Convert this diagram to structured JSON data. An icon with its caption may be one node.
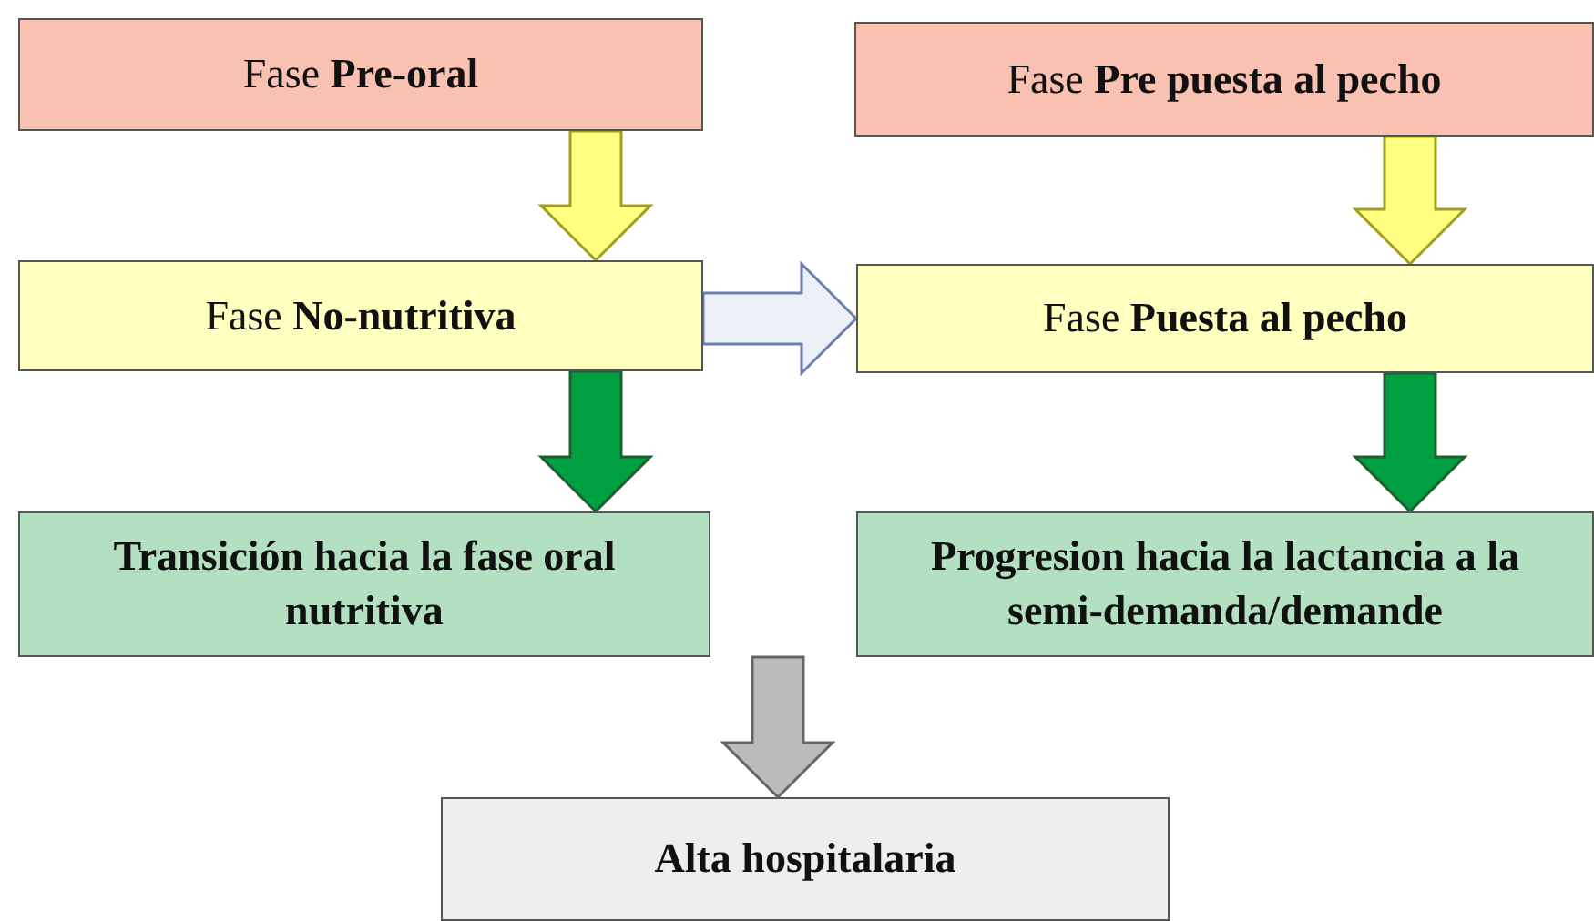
{
  "diagram": {
    "nodes": [
      {
        "text": [
          "Fase **Pre-oral**"
        ]
      },
      {
        "text": [
          "Fase **Pre puesta al pecho**"
        ]
      },
      {
        "text": [
          "Fase **No-nutritiva**"
        ]
      },
      {
        "text": [
          "Fase **Puesta al pecho**"
        ]
      },
      {
        "text": [
          "Transición hacia la fase oral nutritiva"
        ]
      },
      {
        "text": [
          "Progresion hacia la lactancia a la semi-demanda/demande"
        ]
      },
      {
        "text": [
          "Alta hospitalaria"
        ]
      }
    ],
    "edges": [
      {
        "from": 0,
        "to": 2,
        "arrow": "to",
        "color": "#ffff80"
      },
      {
        "from": 1,
        "to": 3,
        "arrow": "to",
        "color": "#ffff80"
      },
      {
        "from": 2,
        "to": 3,
        "arrow": "to",
        "color": "#eef0f8"
      },
      {
        "from": 2,
        "to": 4,
        "arrow": "to",
        "color": "#00a040"
      },
      {
        "from": 3,
        "to": 5,
        "arrow": "to",
        "color": "#00a040"
      },
      {
        "from": 4,
        "to": 6,
        "arrow": "to",
        "color": "#bbbbbb"
      },
      {
        "from": 5,
        "to": 6,
        "arrow": "to",
        "color": "#bbbbbb"
      }
    ]
  }
}
